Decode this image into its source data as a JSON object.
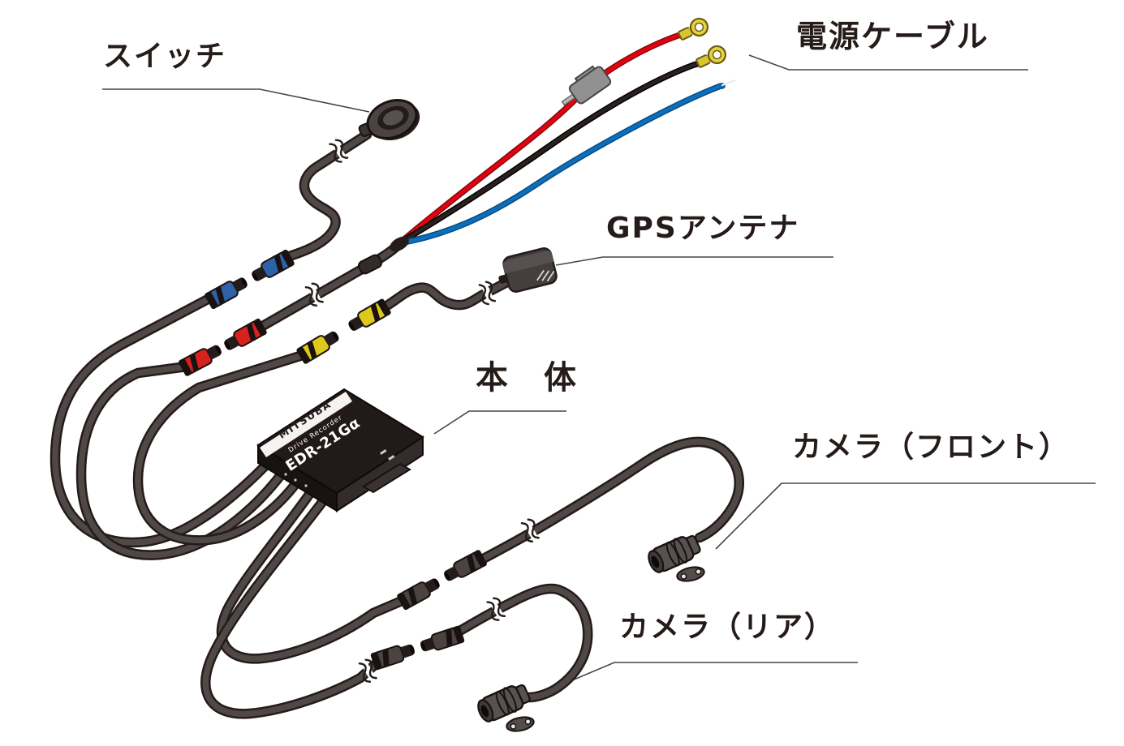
{
  "labels": {
    "switch": "スイッチ",
    "power_cable": "電源ケーブル",
    "gps_antenna": "GPSアンテナ",
    "main_unit": "本　体",
    "camera_front": "カメラ（フロント）",
    "camera_rear": "カメラ（リア）"
  },
  "device": {
    "brand": "MITSUBA",
    "type": "Drive Recorder",
    "model": "EDR-21Gα"
  },
  "colors": {
    "background": "#ffffff",
    "label_text": "#251c19",
    "cable": "#4f4847",
    "cable_outline": "#241c1a",
    "connector_blue": "#2e62a8",
    "connector_red": "#d7211f",
    "connector_yellow": "#dcc91c",
    "connector_gray": "#4a4342",
    "wire_red": "#e50012",
    "wire_black": "#2a211e",
    "wire_blue": "#0b6fbd",
    "ring_terminal": "#e4d33e",
    "fuse_holder": "#919191"
  }
}
